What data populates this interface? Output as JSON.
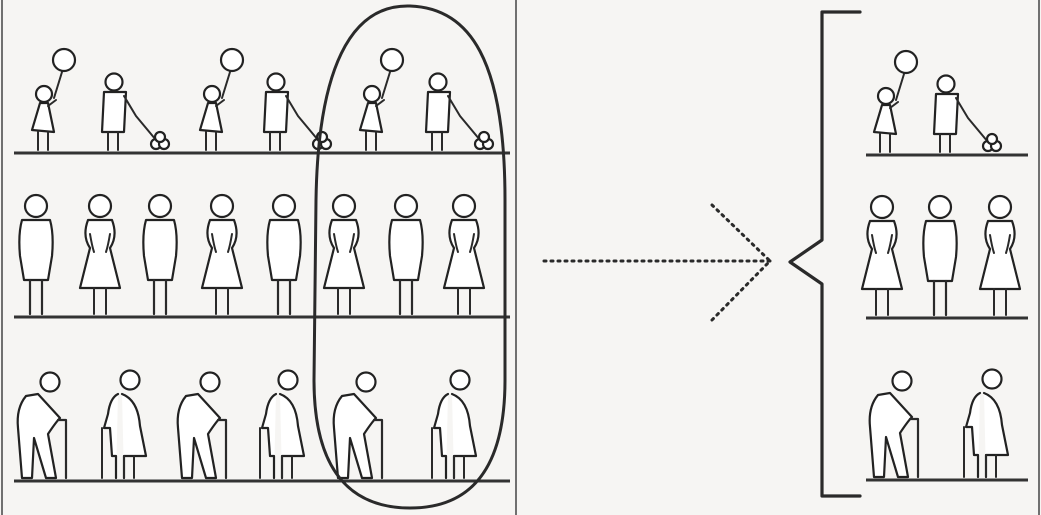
{
  "colors": {
    "background": "#f6f5f3",
    "ink": "#2a2a2a",
    "figure_fill": "#ffffff"
  },
  "diagram": {
    "left_panel": {
      "rows": [
        {
          "group": "children",
          "figures": [
            "girl-with-balloon",
            "boy-with-toy",
            "girl-with-balloon",
            "boy-with-toy",
            "girl-with-balloon",
            "boy-with-toy"
          ]
        },
        {
          "group": "adults",
          "figures": [
            "man",
            "woman",
            "man",
            "woman",
            "man",
            "woman",
            "man",
            "woman"
          ]
        },
        {
          "group": "elderly",
          "figures": [
            "old-man-cane",
            "old-woman-cane",
            "old-man-cane",
            "old-woman-cane",
            "old-man-cane",
            "old-woman-cane"
          ]
        }
      ],
      "selection": "ellipse-around-last-column"
    },
    "connector": "dotted-arrow",
    "right_panel": {
      "bracket": "curly-bracket",
      "rows": [
        {
          "group": "children",
          "figures": [
            "girl-with-balloon",
            "boy-with-toy"
          ]
        },
        {
          "group": "adults",
          "figures": [
            "woman",
            "man",
            "woman"
          ]
        },
        {
          "group": "elderly",
          "figures": [
            "old-man-cane",
            "old-woman-cane"
          ]
        }
      ]
    }
  }
}
